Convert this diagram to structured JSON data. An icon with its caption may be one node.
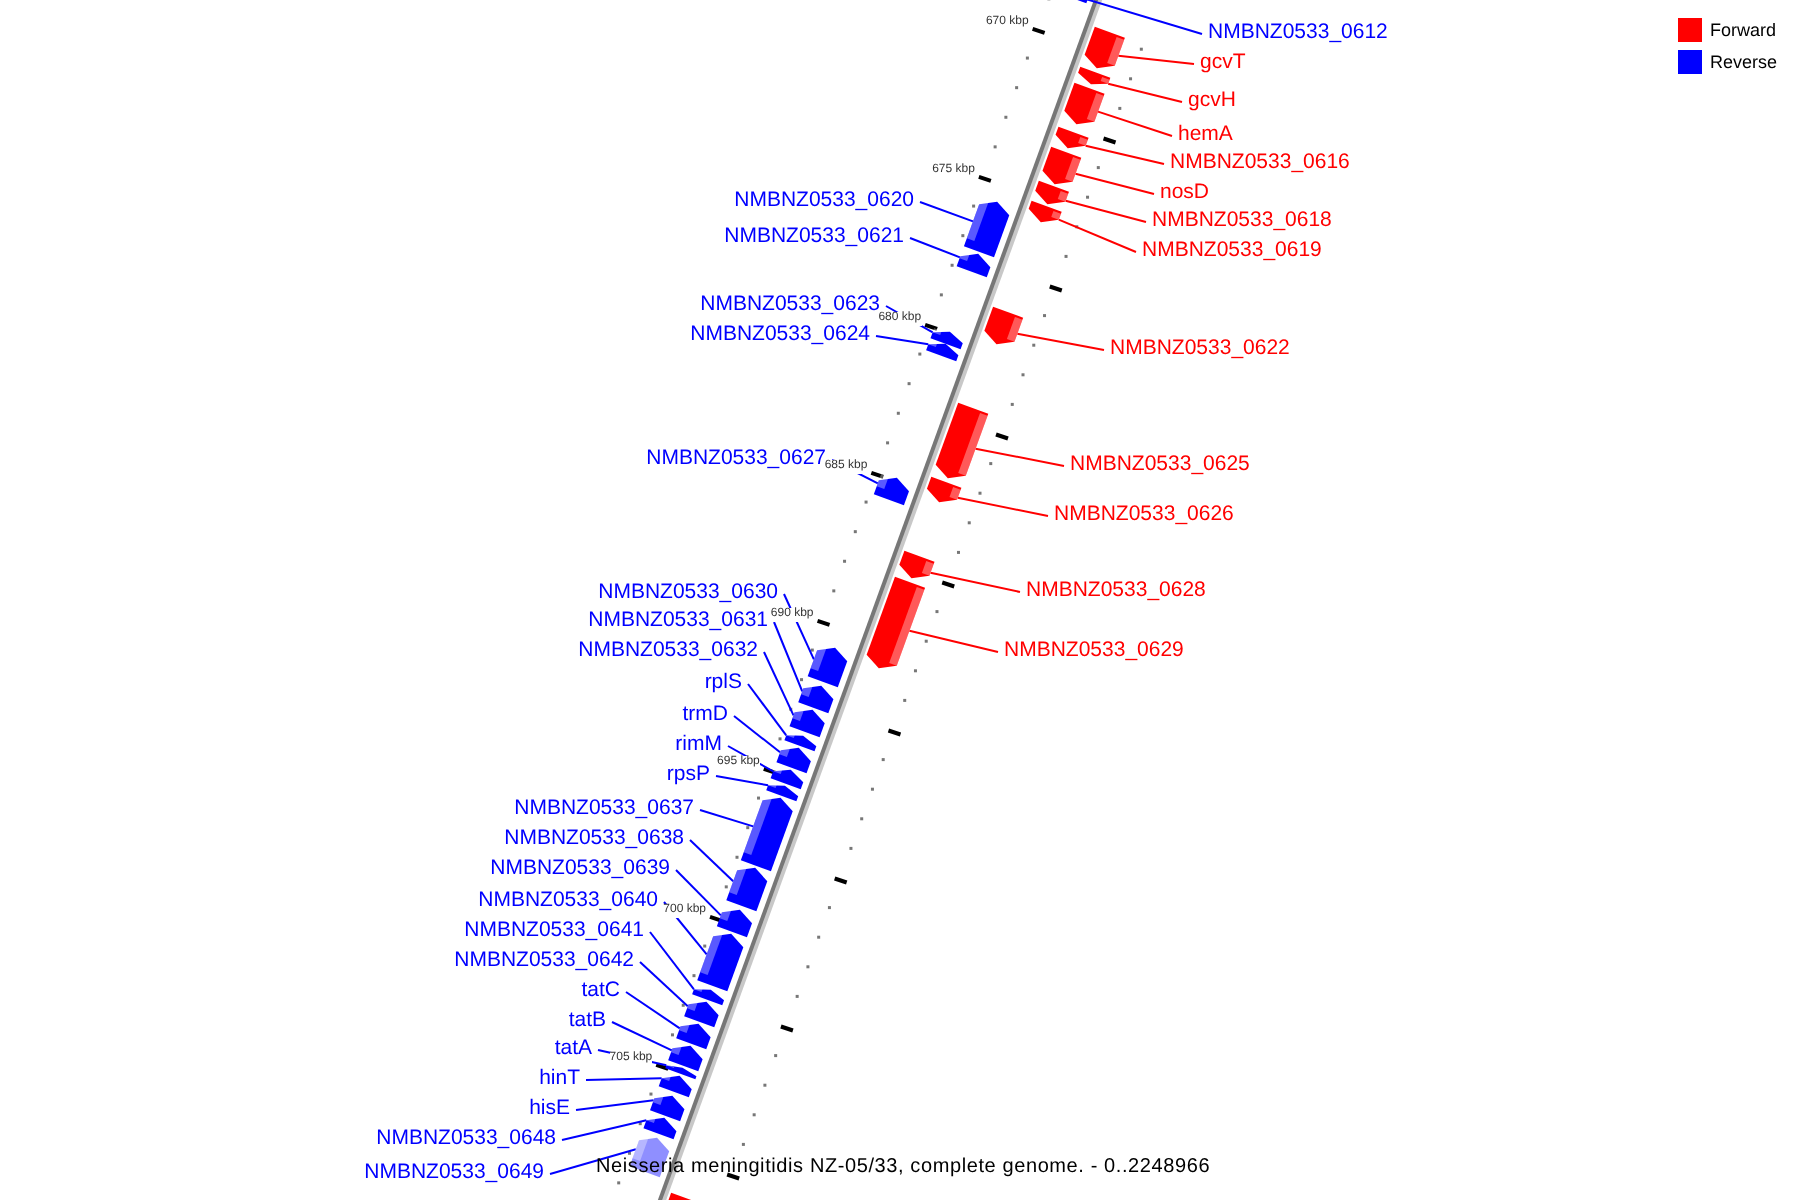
{
  "diagram": {
    "caption": "Neisseria meningitidis NZ-05/33, complete genome. - 0..2248966",
    "nodes": [
      {
        "text": [
          "NMBNZ0533_0612"
        ]
      },
      {
        "text": [],
        "shape": "bar"
      },
      {
        "text": [
          "gcvT"
        ]
      },
      {
        "text": [],
        "shape": "bar"
      },
      {
        "text": [
          "gcvH"
        ]
      },
      {
        "text": [],
        "shape": "bar"
      },
      {
        "text": [
          "hemA"
        ]
      },
      {
        "text": [],
        "shape": "bar"
      },
      {
        "text": [
          "NMBNZ0533_0616"
        ]
      },
      {
        "text": [],
        "shape": "bar"
      },
      {
        "text": [
          "nosD"
        ]
      },
      {
        "text": [],
        "shape": "bar"
      },
      {
        "text": [
          "NMBNZ0533_0618"
        ]
      },
      {
        "text": [],
        "shape": "bar"
      },
      {
        "text": [
          "NMBNZ0533_0619"
        ]
      },
      {
        "text": [],
        "shape": "bar"
      },
      {
        "text": [
          "NMBNZ0533_0620"
        ]
      },
      {
        "text": [],
        "shape": "bar"
      },
      {
        "text": [
          "NMBNZ0533_0621"
        ]
      },
      {
        "text": [],
        "shape": "bar"
      },
      {
        "text": [
          "NMBNZ0533_0622"
        ]
      },
      {
        "text": [],
        "shape": "bar"
      },
      {
        "text": [
          "NMBNZ0533_0623"
        ]
      },
      {
        "text": [],
        "shape": "bar"
      },
      {
        "text": [
          "NMBNZ0533_0624"
        ]
      },
      {
        "text": [],
        "shape": "bar"
      },
      {
        "text": [
          "NMBNZ0533_0625"
        ]
      },
      {
        "text": [],
        "shape": "bar"
      },
      {
        "text": [
          "NMBNZ0533_0626"
        ]
      },
      {
        "text": [],
        "shape": "bar"
      },
      {
        "text": [
          "NMBNZ0533_0627"
        ]
      },
      {
        "text": [],
        "shape": "bar"
      },
      {
        "text": [
          "NMBNZ0533_0628"
        ]
      },
      {
        "text": [],
        "shape": "bar"
      },
      {
        "text": [
          "NMBNZ0533_0629"
        ]
      },
      {
        "text": [],
        "shape": "bar"
      },
      {
        "text": [
          "NMBNZ0533_0630"
        ]
      },
      {
        "text": [],
        "shape": "bar"
      },
      {
        "text": [
          "NMBNZ0533_0631"
        ]
      },
      {
        "text": [],
        "shape": "bar"
      },
      {
        "text": [
          "NMBNZ0533_0632"
        ]
      },
      {
        "text": [],
        "shape": "bar"
      },
      {
        "text": [
          "rplS"
        ]
      },
      {
        "text": [],
        "shape": "bar"
      },
      {
        "text": [
          "trmD"
        ]
      },
      {
        "text": [],
        "shape": "bar"
      },
      {
        "text": [
          "rimM"
        ]
      },
      {
        "text": [],
        "shape": "bar"
      },
      {
        "text": [
          "rpsP"
        ]
      },
      {
        "text": [],
        "shape": "bar"
      },
      {
        "text": [
          "NMBNZ0533_0637"
        ]
      },
      {
        "text": [],
        "shape": "bar"
      },
      {
        "text": [
          "NMBNZ0533_0638"
        ]
      },
      {
        "text": [],
        "shape": "bar"
      },
      {
        "text": [
          "NMBNZ0533_0639"
        ]
      },
      {
        "text": [],
        "shape": "bar"
      },
      {
        "text": [
          "NMBNZ0533_0640"
        ]
      },
      {
        "text": [],
        "shape": "bar"
      },
      {
        "text": [
          "NMBNZ0533_0641"
        ]
      },
      {
        "text": [],
        "shape": "bar"
      },
      {
        "text": [
          "NMBNZ0533_0642"
        ]
      },
      {
        "text": [],
        "shape": "bar"
      },
      {
        "text": [
          "tatC"
        ]
      },
      {
        "text": [],
        "shape": "bar"
      },
      {
        "text": [
          "tatB"
        ]
      },
      {
        "text": [],
        "shape": "bar"
      },
      {
        "text": [
          "tatA"
        ]
      },
      {
        "text": [],
        "shape": "bar"
      },
      {
        "text": [
          "hinT"
        ]
      },
      {
        "text": [],
        "shape": "bar"
      },
      {
        "text": [
          "hisE"
        ]
      },
      {
        "text": [],
        "shape": "bar"
      },
      {
        "text": [
          "NMBNZ0533_0648"
        ]
      },
      {
        "text": [],
        "shape": "bar"
      },
      {
        "text": [
          "NMBNZ0533_0649"
        ]
      },
      {
        "text": [],
        "shape": "bar"
      },
      {
        "text": [],
        "shape": "bar"
      }
    ],
    "edges": [
      {
        "from": 0,
        "to": 1,
        "arrow": "none"
      },
      {
        "from": 2,
        "to": 3,
        "arrow": "none",
        "color": "#ff0000"
      },
      {
        "from": 4,
        "to": 5,
        "arrow": "none",
        "color": "#ff0000"
      },
      {
        "from": 6,
        "to": 7,
        "arrow": "none",
        "color": "#ff0000"
      },
      {
        "from": 8,
        "to": 9,
        "arrow": "none",
        "color": "#ff0000"
      },
      {
        "from": 10,
        "to": 11,
        "arrow": "none",
        "color": "#ff0000"
      },
      {
        "from": 12,
        "to": 13,
        "arrow": "none",
        "color": "#ff0000"
      },
      {
        "from": 14,
        "to": 15,
        "arrow": "none",
        "color": "#ff0000"
      },
      {
        "from": 16,
        "to": 17,
        "arrow": "none"
      },
      {
        "from": 18,
        "to": 19,
        "arrow": "none"
      },
      {
        "from": 20,
        "to": 21,
        "arrow": "none",
        "color": "#ff0000"
      },
      {
        "from": 22,
        "to": 23,
        "arrow": "none"
      },
      {
        "from": 24,
        "to": 25,
        "arrow": "none"
      },
      {
        "from": 26,
        "to": 27,
        "arrow": "none",
        "color": "#ff0000"
      },
      {
        "from": 28,
        "to": 29,
        "arrow": "none",
        "color": "#ff0000"
      },
      {
        "from": 30,
        "to": 31,
        "arrow": "none"
      },
      {
        "from": 32,
        "to": 33,
        "arrow": "none",
        "color": "#ff0000"
      },
      {
        "from": 34,
        "to": 35,
        "arrow": "none",
        "color": "#ff0000"
      },
      {
        "from": 36,
        "to": 37,
        "arrow": "none"
      },
      {
        "from": 38,
        "to": 39,
        "arrow": "none"
      },
      {
        "from": 40,
        "to": 41,
        "arrow": "none"
      },
      {
        "from": 42,
        "to": 43,
        "arrow": "none"
      },
      {
        "from": 44,
        "to": 45,
        "arrow": "none"
      },
      {
        "from": 46,
        "to": 47,
        "arrow": "none"
      },
      {
        "from": 48,
        "to": 49,
        "arrow": "none"
      },
      {
        "from": 50,
        "to": 51,
        "arrow": "none"
      },
      {
        "from": 52,
        "to": 53,
        "arrow": "none"
      },
      {
        "from": 54,
        "to": 55,
        "arrow": "none"
      },
      {
        "from": 56,
        "to": 57,
        "arrow": "none"
      },
      {
        "from": 58,
        "to": 59,
        "arrow": "none"
      },
      {
        "from": 60,
        "to": 61,
        "arrow": "none"
      },
      {
        "from": 62,
        "to": 63,
        "arrow": "none"
      },
      {
        "from": 64,
        "to": 65,
        "arrow": "none"
      },
      {
        "from": 66,
        "to": 67,
        "arrow": "none"
      },
      {
        "from": 68,
        "to": 69,
        "arrow": "none"
      },
      {
        "from": 70,
        "to": 71,
        "arrow": "none"
      },
      {
        "from": 72,
        "to": 73,
        "arrow": "none"
      },
      {
        "from": 74,
        "to": 75,
        "arrow": "none"
      }
    ],
    "labels": [
      "670 kbp",
      "675 kbp",
      "680 kbp",
      "685 kbp",
      "690 kbp",
      "695 kbp",
      "700 kbp",
      "705 kbp"
    ],
    "legend": [
      {
        "text": "Forward",
        "color": "#ff0000"
      },
      {
        "text": "Reverse",
        "color": "#0000ff"
      }
    ]
  }
}
